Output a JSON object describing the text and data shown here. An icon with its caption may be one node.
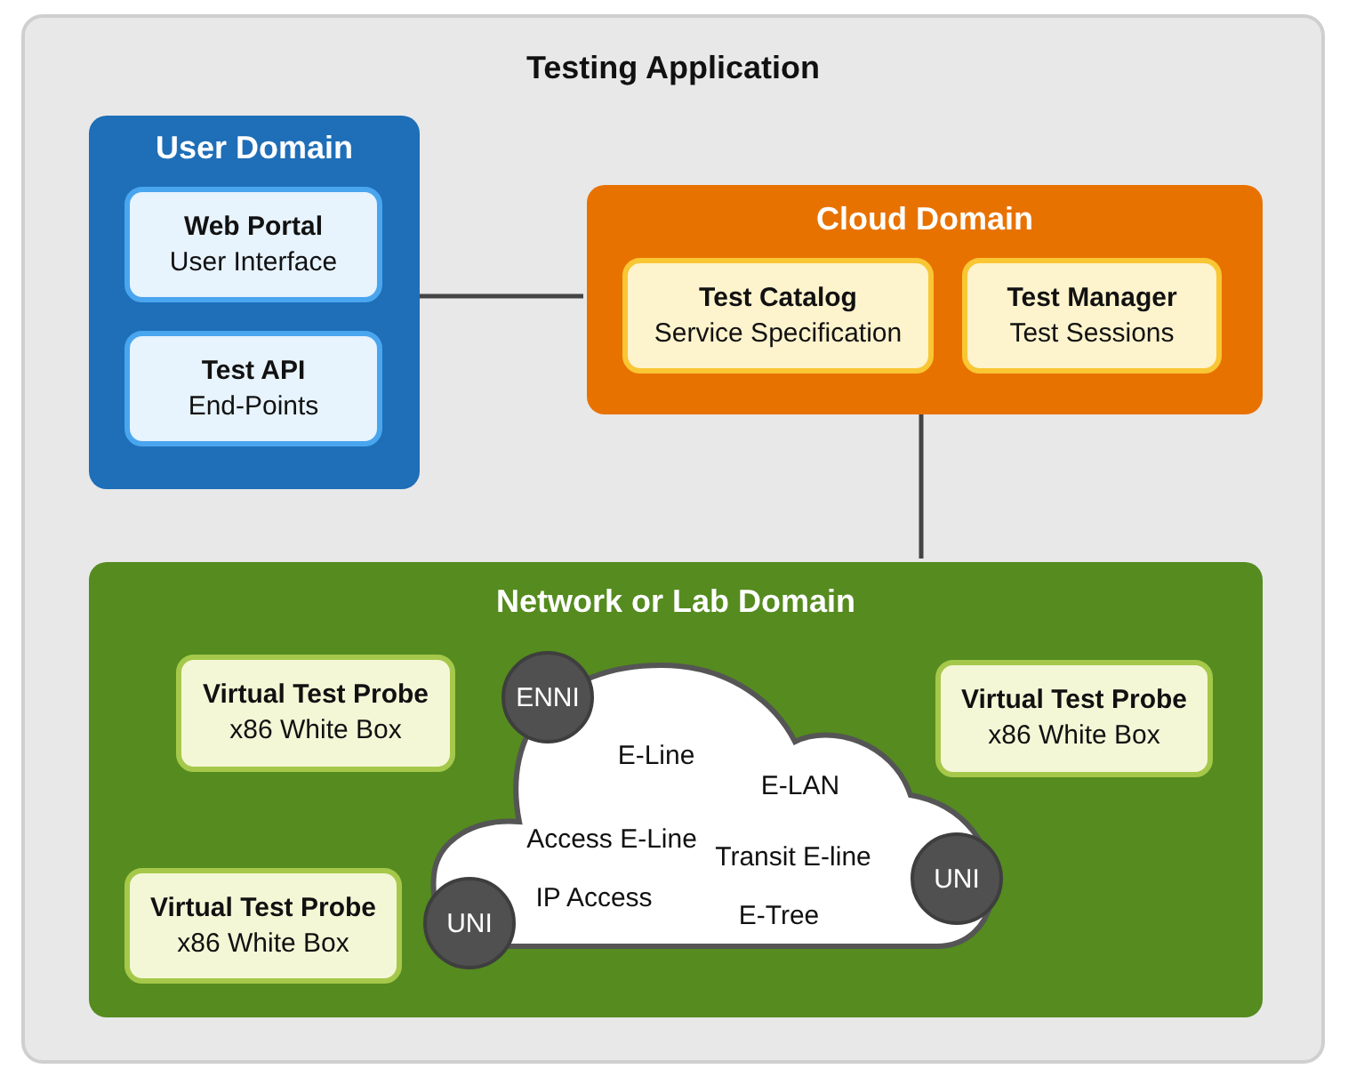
{
  "diagram": {
    "nodes": [
      {
        "text": [
          "Testing Application"
        ]
      },
      {
        "text": [
          "User Domain"
        ],
        "in": 0
      },
      {
        "text": [
          "Web Portal",
          "User Interface"
        ],
        "in": 1
      },
      {
        "text": [
          "Test API",
          "End-Points"
        ],
        "in": 1
      },
      {
        "text": [
          "Cloud Domain"
        ],
        "in": 0
      },
      {
        "text": [
          "Test Catalog",
          "Service Specification"
        ],
        "in": 4
      },
      {
        "text": [
          "Test Manager",
          "Test Sessions"
        ],
        "in": 4
      },
      {
        "text": [
          "Network or Lab Domain"
        ],
        "in": 0
      },
      {
        "text": [
          "Virtual Test Probe",
          "x86 White Box"
        ],
        "in": 7
      },
      {
        "text": [
          "Virtual Test Probe",
          "x86 White Box"
        ],
        "in": 7
      },
      {
        "text": [
          "Virtual Test Probe",
          "x86 White Box"
        ],
        "in": 7
      },
      {
        "text": [
          "E-Line",
          "E-LAN",
          "Access E-Line",
          "Transit E-line",
          "IP Access",
          "E-Tree"
        ],
        "in": 7
      },
      {
        "text": [
          "ENNI"
        ],
        "in": 7
      },
      {
        "text": [
          "UNI"
        ],
        "in": 7
      },
      {
        "text": [
          "UNI"
        ],
        "in": 7
      }
    ],
    "edges": [
      {
        "from": 1,
        "to": 4,
        "arrow": "none"
      },
      {
        "from": 4,
        "to": 7,
        "arrow": "none"
      }
    ]
  }
}
